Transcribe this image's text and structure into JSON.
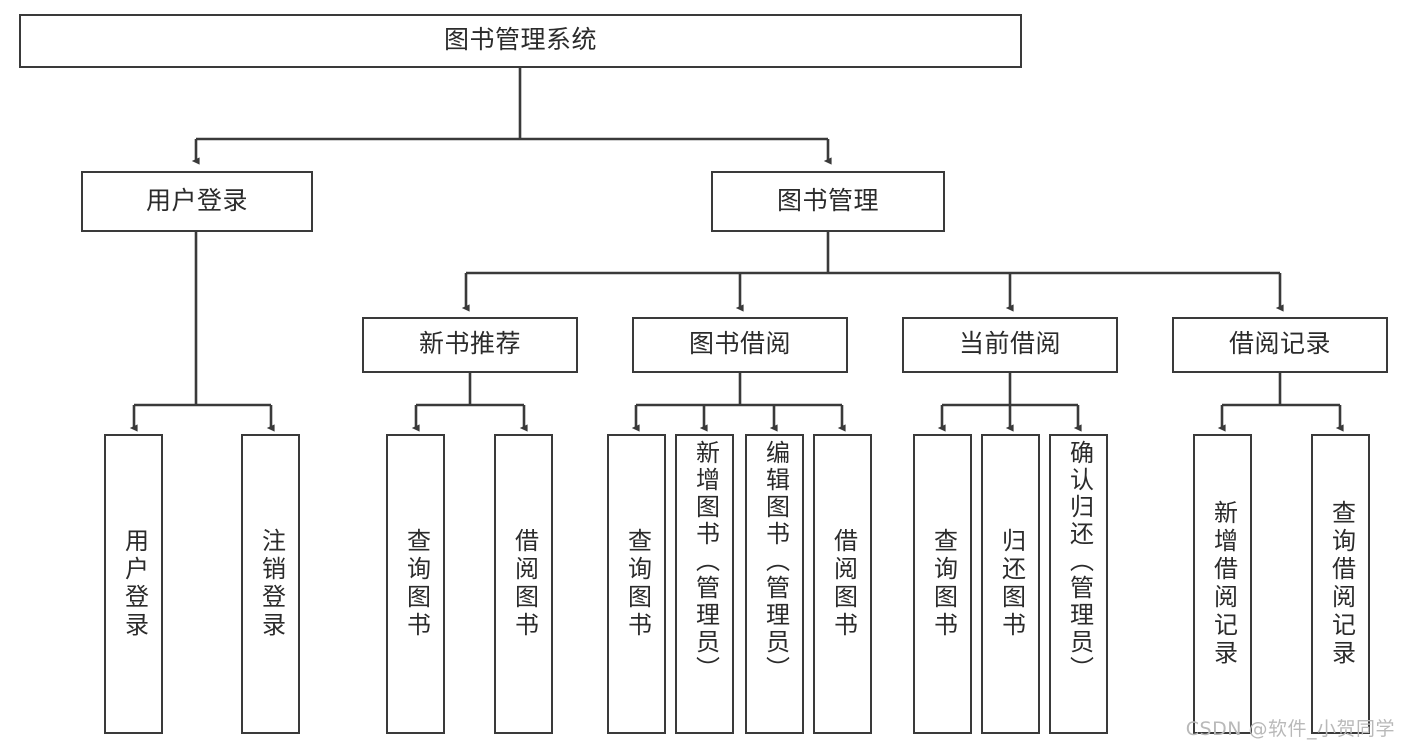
{
  "diagram": {
    "title": "图书管理系统",
    "watermark": "CSDN @软件_小贺同学",
    "line_color": "#3a3a3a",
    "text_color": "#2b2b2b",
    "background": "#ffffff",
    "nodes": {
      "root": {
        "label": "图书管理系统"
      },
      "level2": [
        {
          "label": "用户登录"
        },
        {
          "label": "图书管理"
        }
      ],
      "level3": [
        {
          "label": "新书推荐"
        },
        {
          "label": "图书借阅"
        },
        {
          "label": "当前借阅"
        },
        {
          "label": "借阅记录"
        }
      ],
      "leaves": {
        "user_login": [
          {
            "label": "用户登录"
          },
          {
            "label": "注销登录"
          }
        ],
        "new_book_recommend": [
          {
            "label": "查询图书"
          },
          {
            "label": "借阅图书"
          }
        ],
        "book_borrow": [
          {
            "label": "查询图书"
          },
          {
            "label": "新增图书（管理员）"
          },
          {
            "label": "编辑图书（管理员）"
          },
          {
            "label": "借阅图书"
          }
        ],
        "current_borrow": [
          {
            "label": "查询图书"
          },
          {
            "label": "归还图书"
          },
          {
            "label": "确认归还（管理员）"
          }
        ],
        "borrow_record": [
          {
            "label": "新增借阅记录"
          },
          {
            "label": "查询借阅记录"
          }
        ]
      }
    }
  }
}
